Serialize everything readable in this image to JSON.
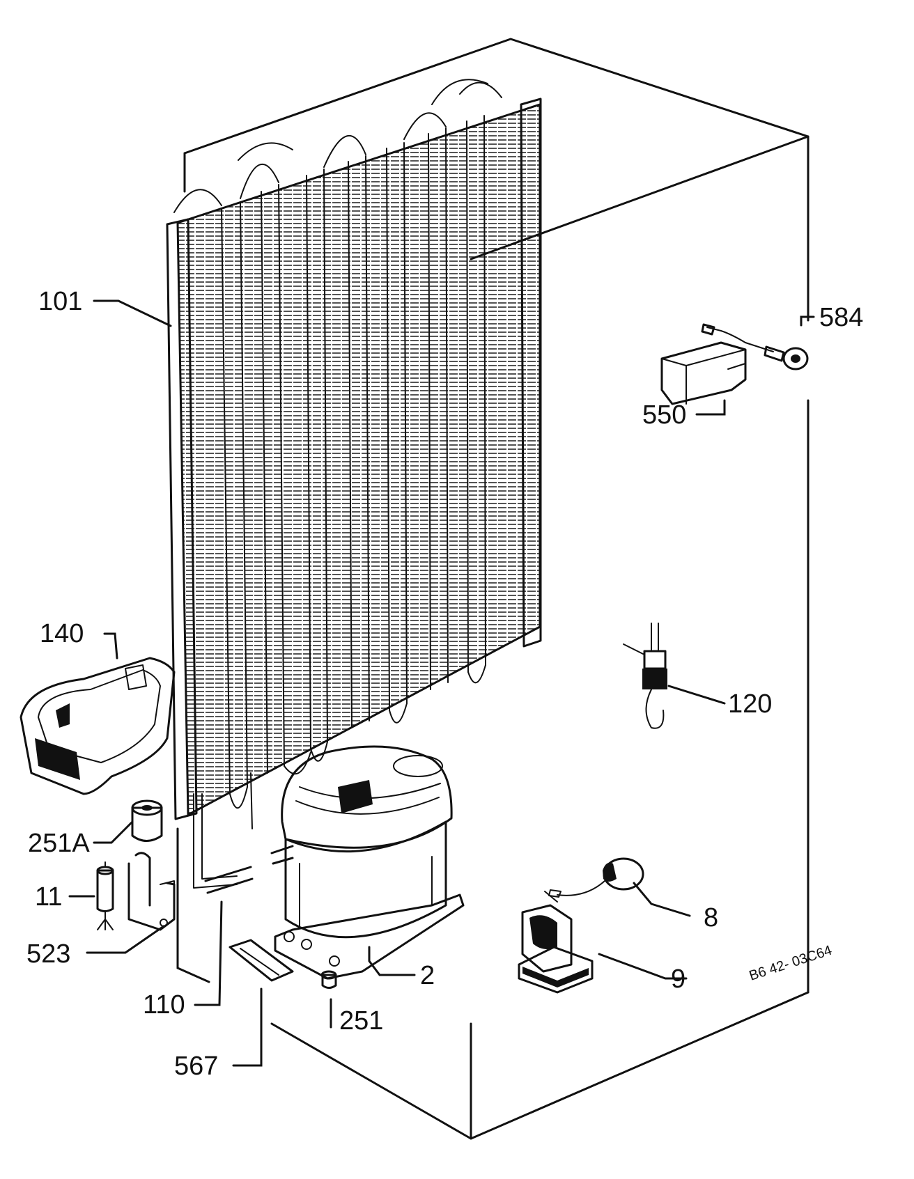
{
  "callouts": {
    "c101": "101",
    "c584": "584",
    "c550": "550",
    "c140": "140",
    "c120": "120",
    "c251A": "251A",
    "c11": "11",
    "c8": "8",
    "c523": "523",
    "c2": "2",
    "c9": "9",
    "c110": "110",
    "c251": "251",
    "c567": "567"
  },
  "doc_id": "B6 42- 03C64"
}
